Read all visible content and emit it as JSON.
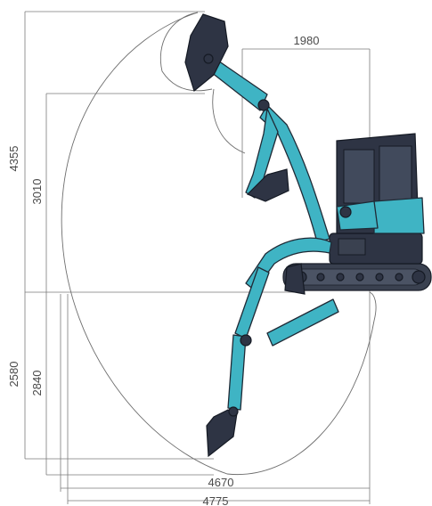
{
  "dimensions": {
    "max_height": "4355",
    "dump_height": "3010",
    "reach_at_ground": "1980",
    "dig_depth_vertical": "2580",
    "dig_depth_max": "2840",
    "reach": "4670",
    "max_reach": "4775"
  },
  "colors": {
    "arm": "#3fb4c4",
    "body": "#2e3444",
    "line": "#6e6e6e"
  }
}
